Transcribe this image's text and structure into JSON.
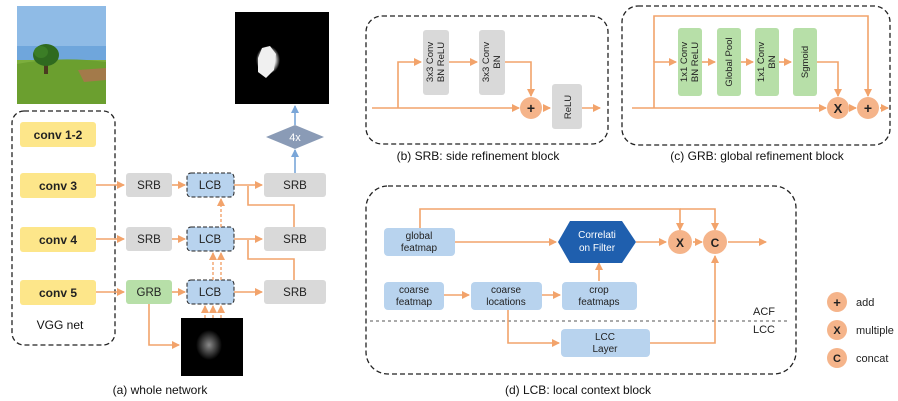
{
  "captions": {
    "a": "(a)  whole network",
    "b": "(b)  SRB: side refinement block",
    "c": "(c)  GRB: global refinement block",
    "d": "(d)  LCB: local context block"
  },
  "vgg": {
    "label": "VGG net",
    "conv12": "conv 1-2",
    "conv3": "conv 3",
    "conv4": "conv 4",
    "conv5": "conv 5"
  },
  "network": {
    "srb": "SRB",
    "grb": "GRB",
    "lcb": "LCB",
    "upsample": "4x"
  },
  "srb_block": {
    "conv1": [
      "3x3 Conv",
      "BN ReLU"
    ],
    "conv2": [
      "3x3 Conv",
      "BN"
    ],
    "plus": "+",
    "relu": "ReLU"
  },
  "grb_block": {
    "conv1": [
      "1x1 Conv",
      "BN ReLU"
    ],
    "pool": "Global Pool",
    "conv2": [
      "1x1 Conv",
      "BN"
    ],
    "sigmoid": "Sgmoid",
    "mult": "X",
    "plus": "+"
  },
  "lcb_block": {
    "global": [
      "global",
      "featmap"
    ],
    "corr": [
      "Correlati",
      "on Filter"
    ],
    "mult": "X",
    "concat": "C",
    "coarse_feat": [
      "coarse",
      "featmap"
    ],
    "coarse_loc": [
      "coarse",
      "locations"
    ],
    "crop": [
      "crop",
      "featmaps"
    ],
    "lcc_layer": [
      "LCC",
      "Layer"
    ],
    "acf": "ACF",
    "lcc": "LCC"
  },
  "legend": {
    "add_symbol": "+",
    "add_label": "add",
    "mult_symbol": "X",
    "mult_label": "multiple",
    "concat_symbol": "C",
    "concat_label": "concat"
  },
  "colors": {
    "yellow": "#fde68a",
    "gray": "#d9d9d9",
    "green": "#b7dfa8",
    "blue": "#b8d3ee",
    "hex": "#1f5fae",
    "orange": "#f5b48a",
    "arrow": "#f2a36b"
  }
}
